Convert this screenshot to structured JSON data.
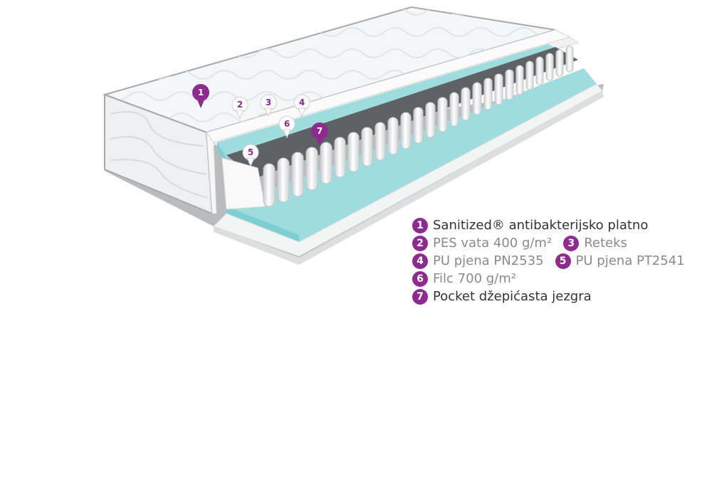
{
  "colors": {
    "badge": "#8e2b8e",
    "text_strong": "#333333",
    "text_light": "#8a8a8a",
    "foam": "#8fd6d9",
    "felt": "#5f6265",
    "quilt": "#f2f4f5",
    "border": "#9a9c9e"
  },
  "pins": [
    {
      "number": "1",
      "style": "filled"
    },
    {
      "number": "2",
      "style": "outline"
    },
    {
      "number": "3",
      "style": "outline"
    },
    {
      "number": "4",
      "style": "outline"
    },
    {
      "number": "5",
      "style": "outline"
    },
    {
      "number": "6",
      "style": "outline"
    },
    {
      "number": "7",
      "style": "filled"
    }
  ],
  "legend": {
    "rows": [
      [
        {
          "number": "1",
          "text": "Sanitized® antibakterijsko platno",
          "weight": "strong"
        }
      ],
      [
        {
          "number": "2",
          "text": "PES vata 400 g/m²",
          "weight": "light"
        },
        {
          "number": "3",
          "text": "Reteks",
          "weight": "light"
        }
      ],
      [
        {
          "number": "4",
          "text": "PU pjena PN2535",
          "weight": "light"
        },
        {
          "number": "5",
          "text": "PU pjena PT2541",
          "weight": "light"
        }
      ],
      [
        {
          "number": "6",
          "text": "Filc 700 g/m²",
          "weight": "light"
        }
      ],
      [
        {
          "number": "7",
          "text": "Pocket džepićasta jezgra",
          "weight": "strong"
        }
      ]
    ]
  }
}
